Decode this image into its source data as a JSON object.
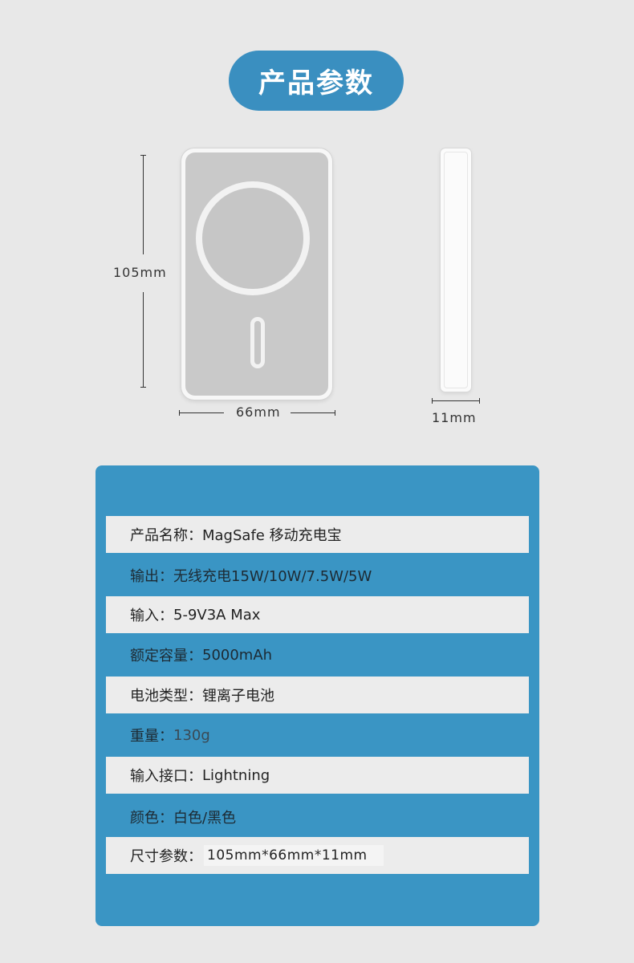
{
  "header": {
    "title": "产品参数"
  },
  "diagram": {
    "height_label": "105mm",
    "width_label": "66mm",
    "thickness_label": "11mm"
  },
  "specs": [
    {
      "label": "产品名称：",
      "value": "MagSafe 移动充电宝"
    },
    {
      "label": "输出：",
      "value": "无线充电15W/10W/7.5W/5W"
    },
    {
      "label": "输入：",
      "value": "5-9V3A Max"
    },
    {
      "label": "额定容量：",
      "value": "5000mAh"
    },
    {
      "label": "电池类型：",
      "value": "锂离子电池"
    },
    {
      "label": "重量：",
      "value": "130g"
    },
    {
      "label": "输入接口：",
      "value": "Lightning"
    },
    {
      "label": "颜色：",
      "value": "白色/黑色"
    },
    {
      "label": "尺寸参数：",
      "value": "105mm*66mm*11mm"
    }
  ],
  "colors": {
    "accent": "#3a8fc0",
    "card": "#3a95c4",
    "row": "#ececec",
    "background": "#e8e8e8"
  }
}
